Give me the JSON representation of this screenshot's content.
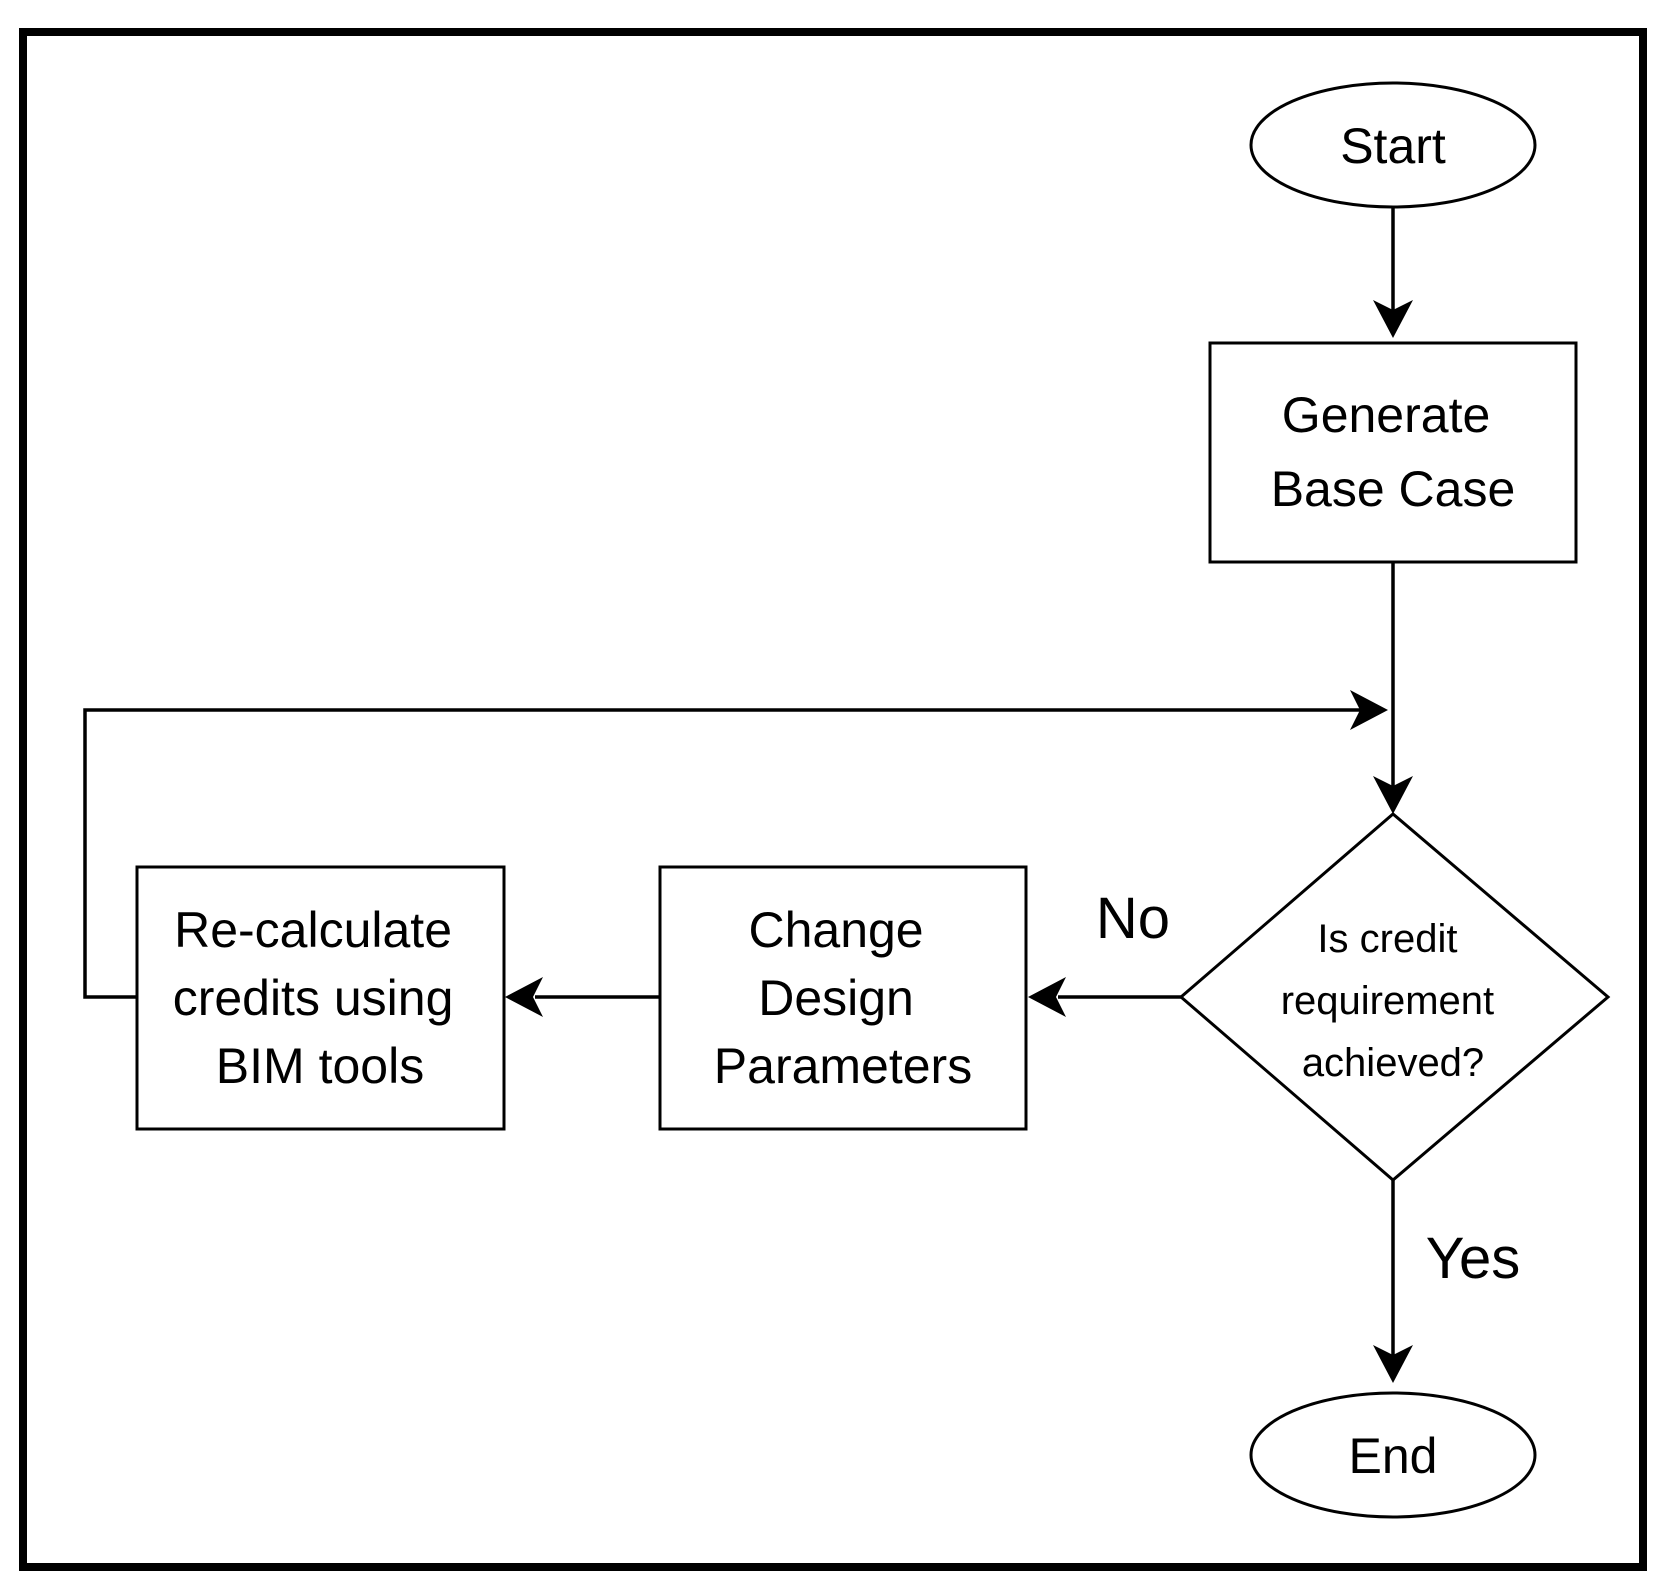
{
  "diagram": {
    "frame_color": "#000000",
    "nodes": {
      "start": {
        "shape": "terminator",
        "lines": [
          "Start"
        ]
      },
      "generate_base_case": {
        "shape": "process",
        "lines": [
          "Generate",
          "Base Case"
        ]
      },
      "decision": {
        "shape": "decision",
        "lines": [
          "Is credit",
          "requirement",
          "achieved?"
        ]
      },
      "change_design": {
        "shape": "process",
        "lines": [
          "Change",
          "Design",
          "Parameters"
        ]
      },
      "recalculate": {
        "shape": "process",
        "lines": [
          "Re-calculate",
          "credits using",
          "BIM tools"
        ]
      },
      "end": {
        "shape": "terminator",
        "lines": [
          "End"
        ]
      }
    },
    "edge_labels": {
      "no": "No",
      "yes": "Yes"
    }
  }
}
